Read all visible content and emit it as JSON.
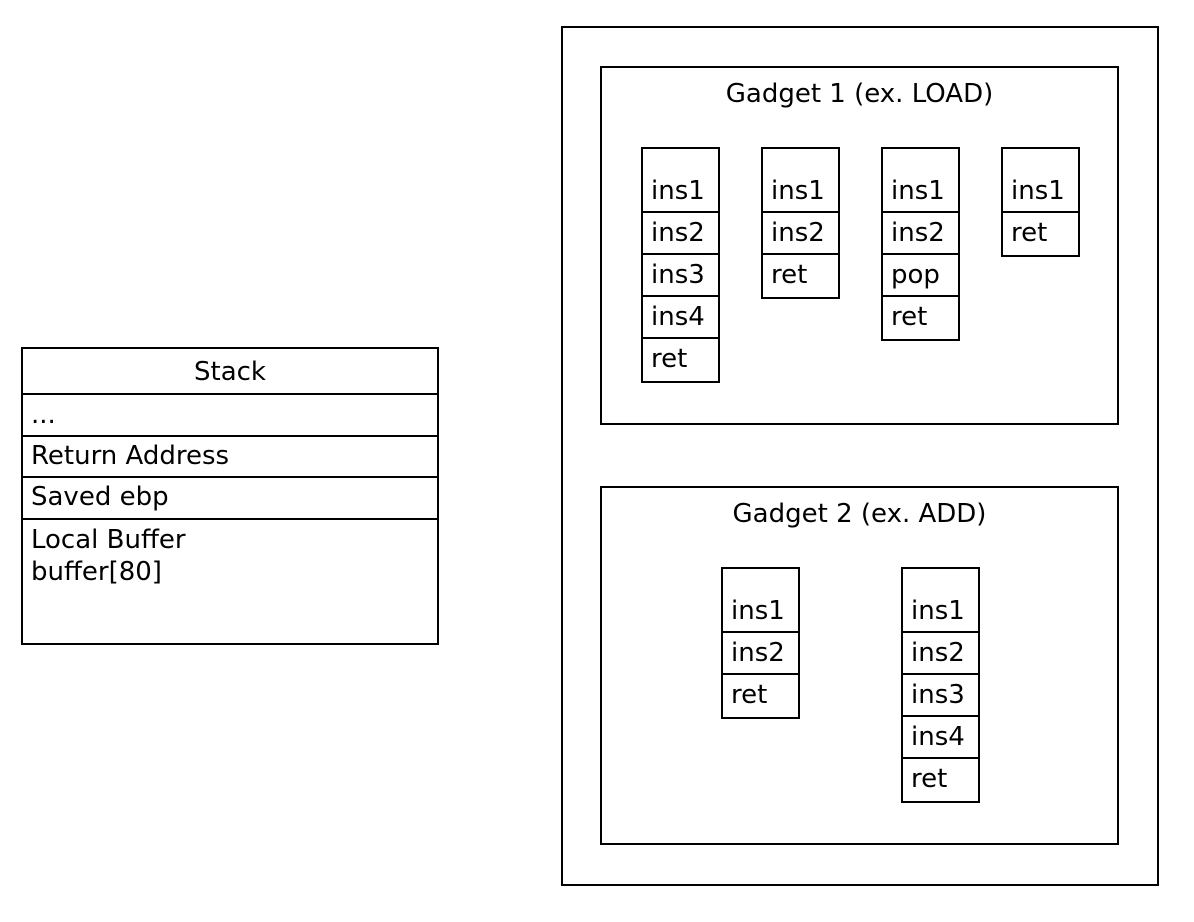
{
  "stack": {
    "title": "Stack",
    "rows": [
      "...",
      "Return Address",
      "Saved ebp"
    ],
    "buffer_line1": "Local Buffer",
    "buffer_line2": "buffer[80]"
  },
  "gadget1": {
    "title": "Gadget 1 (ex. LOAD)",
    "chains": [
      [
        "ins1",
        "ins2",
        "ins3",
        "ins4",
        "ret"
      ],
      [
        "ins1",
        "ins2",
        "ret"
      ],
      [
        "ins1",
        "ins2",
        "pop",
        "ret"
      ],
      [
        "ins1",
        "ret"
      ]
    ]
  },
  "gadget2": {
    "title": "Gadget 2 (ex. ADD)",
    "chains": [
      [
        "ins1",
        "ins2",
        "ret"
      ],
      [
        "ins1",
        "ins2",
        "ins3",
        "ins4",
        "ret"
      ]
    ]
  }
}
